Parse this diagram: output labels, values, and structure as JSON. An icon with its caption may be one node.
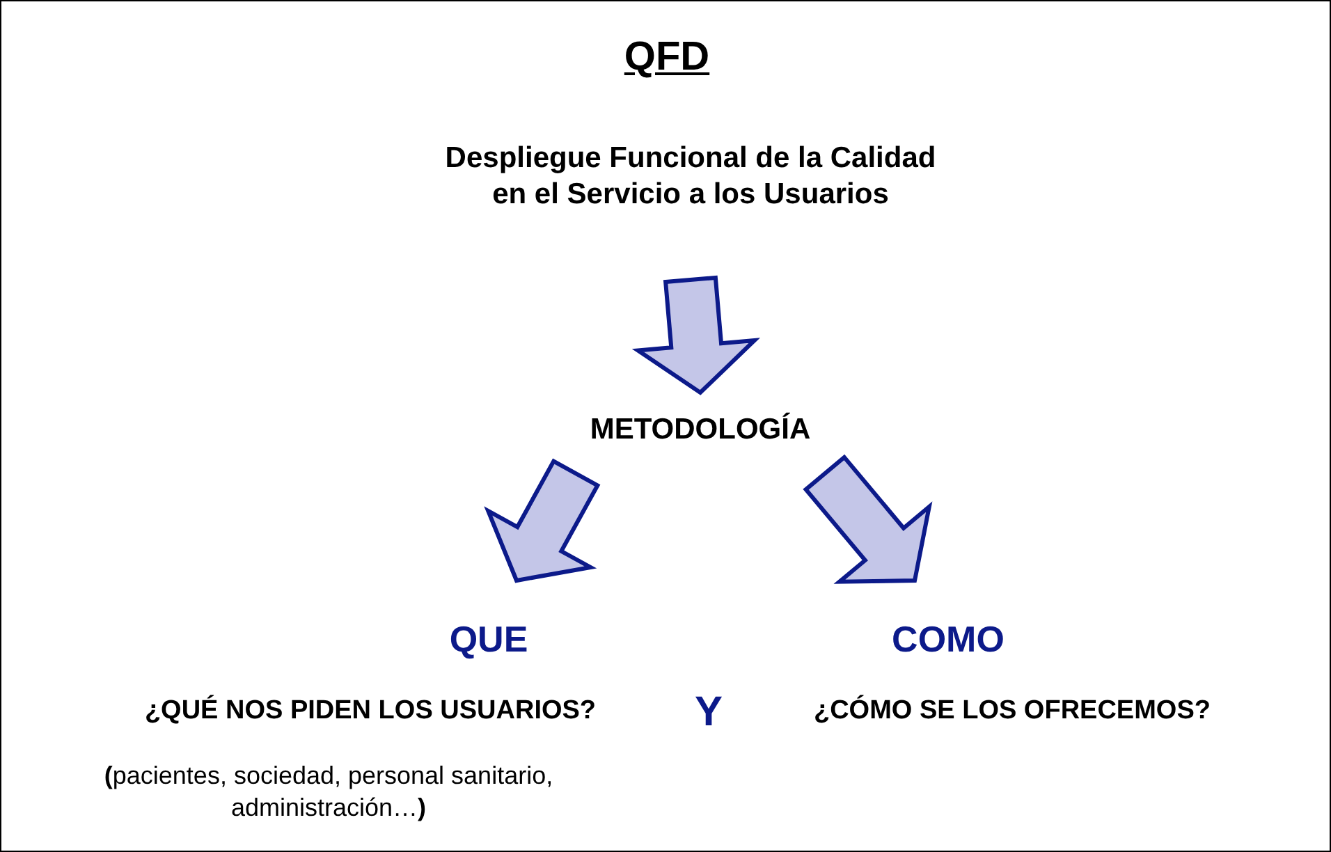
{
  "diagram": {
    "title": "QFD",
    "nodes": [
      {
        "text": [
          "Despliegue Funcional de la Calidad en el Servicio a los Usuarios"
        ]
      },
      {
        "text": [
          "METODOLOGÍA"
        ]
      },
      {
        "text": [
          "QUE"
        ]
      },
      {
        "text": [
          "COMO"
        ]
      }
    ],
    "edges": [
      {
        "from": 0,
        "to": 1,
        "arrow": "to"
      },
      {
        "from": 1,
        "to": 2,
        "arrow": "to"
      },
      {
        "from": 1,
        "to": 3,
        "arrow": "to"
      }
    ],
    "labels": [
      "¿QUÉ NOS PIDEN LOS USUARIOS?",
      "Y",
      "¿CÓMO SE LOS OFRECEMOS?",
      "**(**pacientes, sociedad, personal sanitario, administración…**)**"
    ]
  }
}
